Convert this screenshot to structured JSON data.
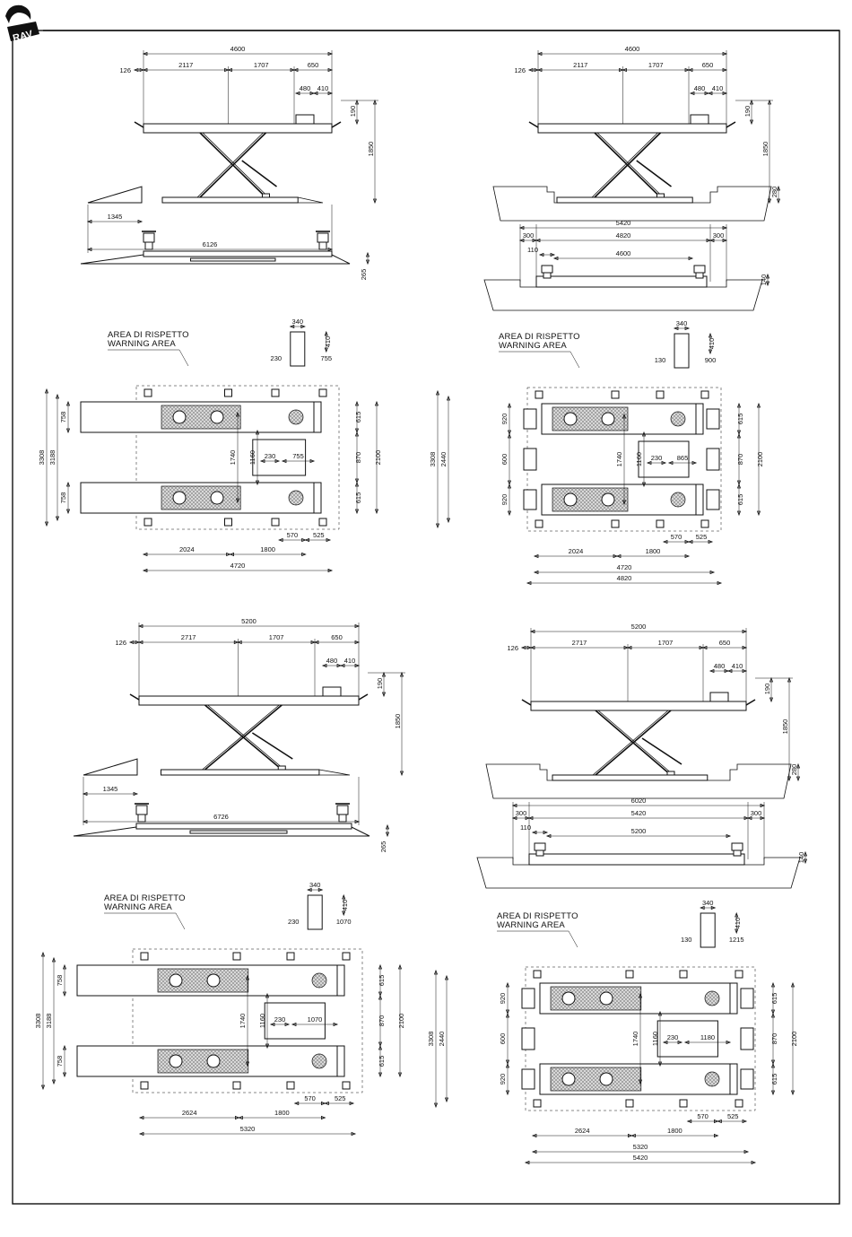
{
  "logo": {
    "text": "RAV"
  },
  "labels": {
    "area_it": "AREA DI RISPETTO",
    "area_en": "WARNING AREA"
  },
  "views": {
    "side_a": {
      "total": "4600",
      "d1": "126",
      "d2": "2117",
      "d3": "1707",
      "d4": "650",
      "d5": "480",
      "d6": "410",
      "h1": "190",
      "h2": "1850",
      "ramp": "1345",
      "overall": "6126"
    },
    "front_a": {
      "h": "265"
    },
    "side_b": {
      "total": "4600",
      "d1": "126",
      "d2": "2117",
      "d3": "1707",
      "d4": "650",
      "d5": "480",
      "d6": "410",
      "h1": "190",
      "h2": "1850",
      "pit": "280"
    },
    "front_b": {
      "w1": "5420",
      "w2": "4820",
      "w3": "4600",
      "s1": "300",
      "s2": "300",
      "s3": "110",
      "h": "140"
    },
    "plan_a": {
      "t1": "340",
      "t2": "410",
      "t3": "230",
      "t4": "755",
      "a": "3308",
      "b": "3188",
      "c1": "758",
      "c2": "758",
      "e1": "615",
      "e2": "870",
      "e3": "615",
      "e4": "2100",
      "f1": "1740",
      "f2": "1160",
      "f3": "230",
      "f4": "755",
      "g1": "570",
      "g2": "525",
      "g3": "2024",
      "g4": "1800",
      "g5": "4720"
    },
    "plan_b": {
      "t1": "340",
      "t2": "410",
      "t3": "130",
      "t4": "900",
      "a": "3308",
      "b": "2440",
      "c1": "920",
      "c2": "600",
      "c3": "920",
      "e1": "615",
      "e2": "870",
      "e3": "615",
      "e4": "2100",
      "f1": "1740",
      "f2": "1160",
      "f3": "230",
      "f4": "865",
      "g1": "570",
      "g2": "525",
      "g3": "2024",
      "g4": "1800",
      "g5": "4720",
      "g6": "4820"
    },
    "side_c": {
      "total": "5200",
      "d1": "126",
      "d2": "2717",
      "d3": "1707",
      "d4": "650",
      "d5": "480",
      "d6": "410",
      "h1": "190",
      "h2": "1850",
      "ramp": "1345",
      "overall": "6726"
    },
    "front_c": {
      "h": "265"
    },
    "side_d": {
      "total": "5200",
      "d1": "126",
      "d2": "2717",
      "d3": "1707",
      "d4": "650",
      "d5": "480",
      "d6": "410",
      "h1": "190",
      "h2": "1850",
      "pit": "280"
    },
    "front_d": {
      "w1": "6020",
      "w2": "5420",
      "w3": "5200",
      "s1": "300",
      "s2": "300",
      "s3": "110",
      "h": "140"
    },
    "plan_c": {
      "t1": "340",
      "t2": "410",
      "t3": "230",
      "t4": "1070",
      "a": "3308",
      "b": "3188",
      "c1": "758",
      "c2": "758",
      "e1": "615",
      "e2": "870",
      "e3": "615",
      "e4": "2100",
      "f1": "1740",
      "f2": "1160",
      "f3": "230",
      "f4": "1070",
      "g1": "570",
      "g2": "525",
      "g3": "2624",
      "g4": "1800",
      "g5": "5320"
    },
    "plan_d": {
      "t1": "340",
      "t2": "410",
      "t3": "130",
      "t4": "1215",
      "a": "3308",
      "b": "2440",
      "c1": "920",
      "c2": "600",
      "c3": "920",
      "e1": "615",
      "e2": "870",
      "e3": "615",
      "e4": "2100",
      "f1": "1740",
      "f2": "1160",
      "f3": "230",
      "f4": "1180",
      "g1": "570",
      "g2": "525",
      "g3": "2624",
      "g4": "1800",
      "g5": "5320",
      "g6": "5420"
    }
  }
}
